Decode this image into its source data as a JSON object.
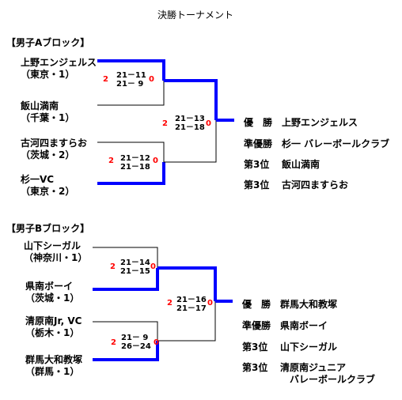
{
  "title": "決勝トーナメント",
  "blockA": {
    "heading": "【男子Aブロック】",
    "teams": [
      {
        "name": "上野エンジェルス",
        "pref": "（東京・1）"
      },
      {
        "name": "飯山満南",
        "pref": "（千葉・1）"
      },
      {
        "name": "古河四ますらお",
        "pref": "（茨城・2）"
      },
      {
        "name": "杉一VC",
        "pref": "（東京・2）"
      }
    ],
    "matches": [
      {
        "left": "2",
        "s1": "21－11",
        "s2": "21－ 9",
        "right": "0"
      },
      {
        "left": "2",
        "s1": "21－12",
        "s2": "21－18",
        "right": "0"
      },
      {
        "left": "2",
        "s1": "21－13",
        "s2": "21－18",
        "right": "0"
      }
    ],
    "results": [
      {
        "label": "優　勝",
        "team": "上野エンジェルス"
      },
      {
        "label": "準優勝",
        "team": "杉一 バレーボールクラブ"
      },
      {
        "label": "第3位",
        "team": "飯山満南"
      },
      {
        "label": "第3位",
        "team": "古河四ますらお"
      }
    ]
  },
  "blockB": {
    "heading": "【男子Bブロック】",
    "teams": [
      {
        "name": "山下シーガル",
        "pref": "（神奈川・1）"
      },
      {
        "name": "県南ボーイ",
        "pref": "（茨城・1）"
      },
      {
        "name": "清原南Jr, VC",
        "pref": "（栃木・1）"
      },
      {
        "name": "群馬大和教塚",
        "pref": "（群馬・1）"
      }
    ],
    "matches": [
      {
        "left": "2",
        "s1": "21－14",
        "s2": "21－15",
        "right": "0"
      },
      {
        "left": "2",
        "s1": "21－ 9",
        "s2": "26－24",
        "right": "0"
      },
      {
        "left": "2",
        "s1": "21－16",
        "s2": "21－17",
        "right": "0"
      }
    ],
    "results": [
      {
        "label": "優　勝",
        "team": "群馬大和教塚"
      },
      {
        "label": "準優勝",
        "team": "県南ボーイ"
      },
      {
        "label": "第3位",
        "team": "山下シーガル"
      },
      {
        "label": "第3位",
        "team": "清原南ジュニア"
      }
    ],
    "result_extra": "バレーボールクラブ"
  },
  "colors": {
    "winner_line": "#0000ff",
    "loser_line": "#000000",
    "set_count": "#ff0000"
  }
}
